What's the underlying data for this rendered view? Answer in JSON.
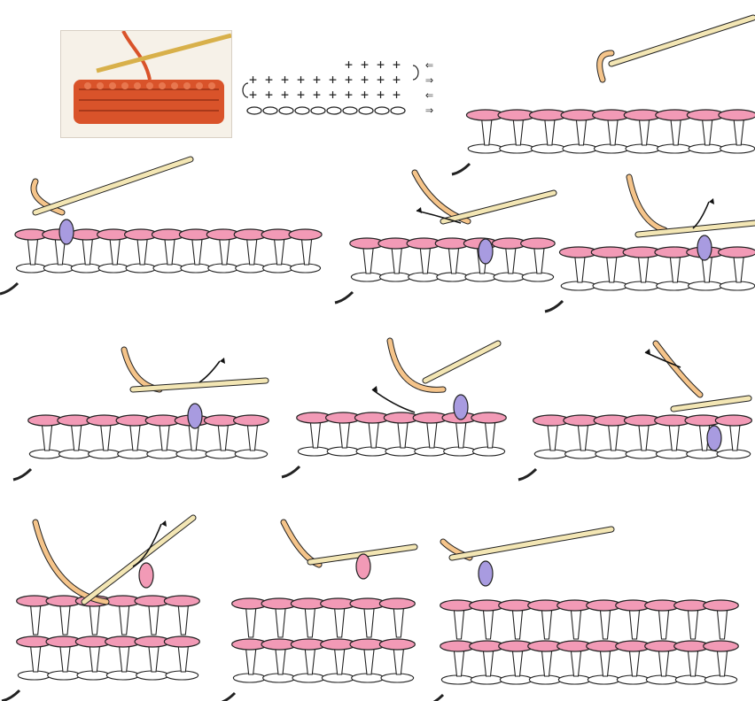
{
  "figure": {
    "symbols": {
      "stitch": "+",
      "chain": "o",
      "arrow_left": "⇐",
      "arrow_right": "⇒"
    },
    "chart_rows": [
      {
        "symbols": "++++",
        "direction": "left"
      },
      {
        "symbols": "++++++++++",
        "direction": "right"
      },
      {
        "symbols": "++++++++++",
        "direction": "left"
      },
      {
        "symbols": "oooooooooo",
        "direction": "right"
      }
    ],
    "colors": {
      "yarn_white": "#ffffff",
      "yarn_outline": "#222222",
      "row_pink": "#f29ab6",
      "loop_purple": "#a89be0",
      "loop_dark_purple": "#7d4fa8",
      "hook": "#f3e6b4",
      "working_yarn": "#f5c48a",
      "photo_yarn": "#d9532a"
    },
    "steps": [
      {
        "icon": "step-1-hook-insert"
      },
      {
        "icon": "step-2-yarn-over"
      },
      {
        "icon": "step-3-pull-through"
      },
      {
        "icon": "step-4-yarn-over"
      },
      {
        "icon": "step-5-pull-through"
      },
      {
        "icon": "step-6-turn"
      },
      {
        "icon": "step-7-insert"
      },
      {
        "icon": "step-8-yarn-over"
      },
      {
        "icon": "step-9-pull-through"
      },
      {
        "icon": "step-10-finished-rows"
      }
    ]
  }
}
